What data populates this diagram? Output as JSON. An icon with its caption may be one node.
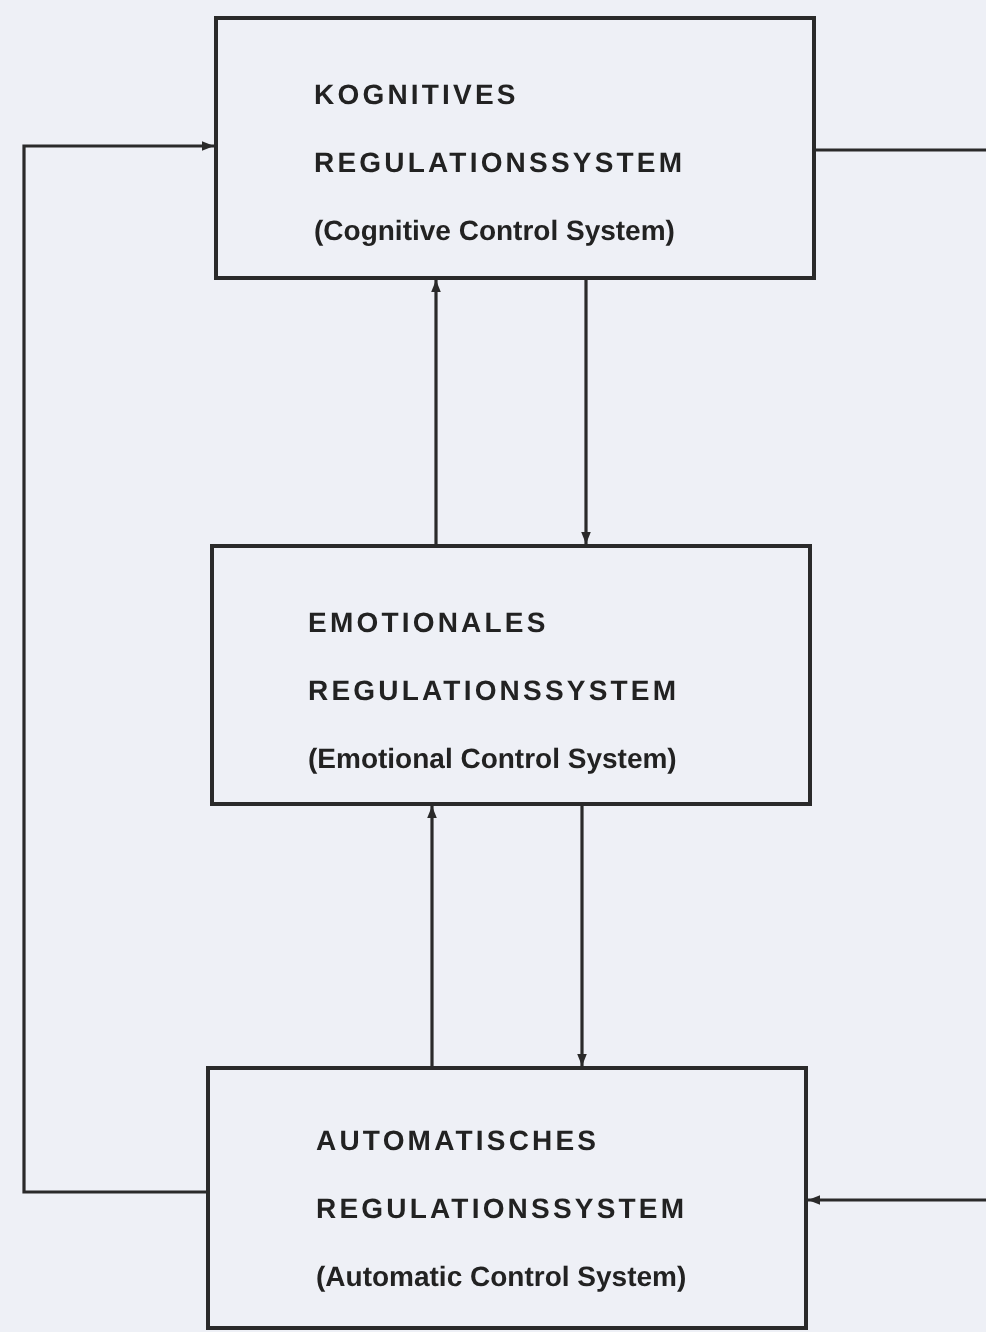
{
  "diagram": {
    "nodes": [
      {
        "text": [
          "KOGNITIVES REGULATIONSSYSTEM",
          "(Cognitive Control System)"
        ]
      },
      {
        "text": [
          "EMOTIONALES REGULATIONSSYSTEM",
          "(Emotional Control System)"
        ]
      },
      {
        "text": [
          "AUTOMATISCHES REGULATIONSSYSTEM",
          "(Automatic Control System)"
        ]
      }
    ],
    "edges": [
      {
        "from": 1,
        "to": 0,
        "arrow": "to"
      },
      {
        "from": 0,
        "to": 1,
        "arrow": "to"
      },
      {
        "from": 2,
        "to": 1,
        "arrow": "to"
      },
      {
        "from": 1,
        "to": 2,
        "arrow": "to"
      },
      {
        "from": 2,
        "to": 0,
        "arrow": "to"
      },
      {
        "from": 0,
        "to": null,
        "arrow": "none"
      },
      {
        "from": null,
        "to": 2,
        "arrow": "to"
      }
    ]
  }
}
